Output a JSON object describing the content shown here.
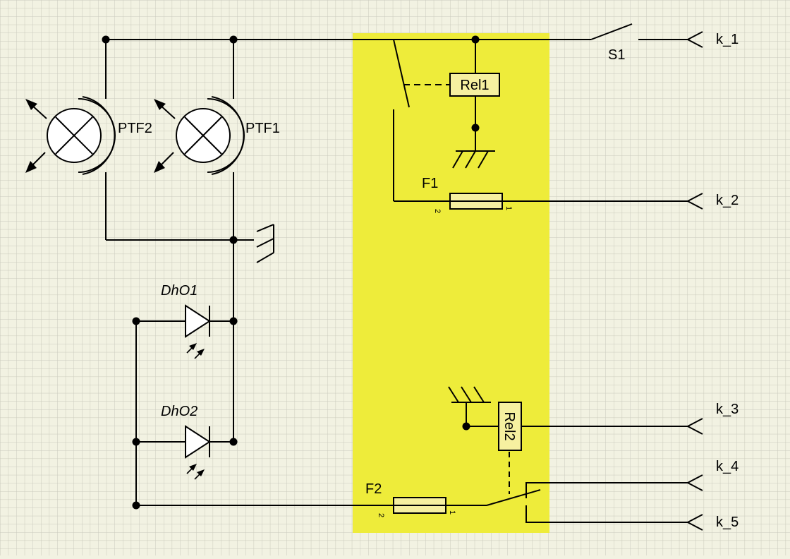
{
  "diagram": {
    "lamps": [
      "PTF2",
      "PTF1"
    ],
    "diodes": [
      "DhO1",
      "DhO2"
    ],
    "relays": [
      "Rel1",
      "Rel2"
    ],
    "fuses": [
      "F1",
      "F2"
    ],
    "switch": "S1",
    "connectors": [
      "k_1",
      "k_2",
      "k_3",
      "k_4",
      "k_5"
    ],
    "fuse_pins": {
      "left": "2",
      "right": "1"
    }
  },
  "colors": {
    "background": "#f2f2e2",
    "grid": "#c9c9bc",
    "highlight": "#eeec3a",
    "component_fill": "#f6f0a0",
    "wire": "#000000"
  }
}
